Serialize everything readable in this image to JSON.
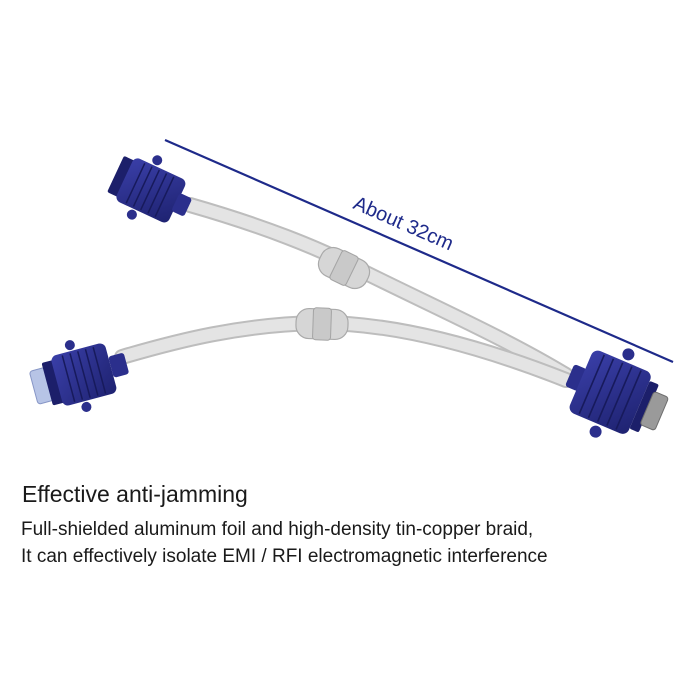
{
  "image": {
    "length_label": "About 32cm",
    "colors": {
      "connector_blue": "#2b2f8c",
      "connector_dark": "#1c1f6a",
      "cable_gray": "#e3e3e3",
      "dimension_line": "#1e2a8a"
    },
    "objects": [
      "vga-y-splitter-cable",
      "vga-male-connector",
      "vga-female-connector",
      "vga-female-connector",
      "ferrite-bead",
      "ferrite-bead",
      "length-dimension-line"
    ]
  },
  "feature": {
    "title": "Effective anti-jamming",
    "description_line1": "Full-shielded aluminum foil and high-density tin-copper braid,",
    "description_line2": "It can effectively isolate EMI / RFI electromagnetic interference"
  }
}
